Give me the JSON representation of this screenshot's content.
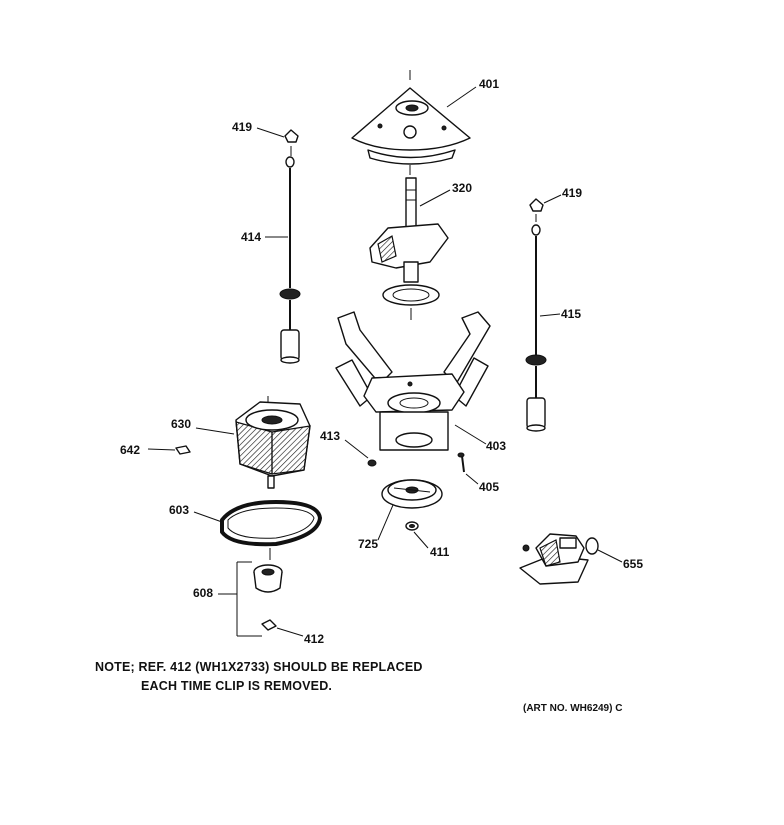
{
  "parts": [
    {
      "ref": "401"
    },
    {
      "ref": "419"
    },
    {
      "ref": "320"
    },
    {
      "ref": "414"
    },
    {
      "ref": "415"
    },
    {
      "ref": "630"
    },
    {
      "ref": "642"
    },
    {
      "ref": "413"
    },
    {
      "ref": "403"
    },
    {
      "ref": "405"
    },
    {
      "ref": "603"
    },
    {
      "ref": "725"
    },
    {
      "ref": "411"
    },
    {
      "ref": "655"
    },
    {
      "ref": "608"
    },
    {
      "ref": "412"
    }
  ],
  "note": {
    "line1": "NOTE; REF. 412 (WH1X2733) SHOULD BE REPLACED",
    "line2": "EACH TIME CLIP IS REMOVED."
  },
  "art_number": "(ART NO. WH6249) C"
}
